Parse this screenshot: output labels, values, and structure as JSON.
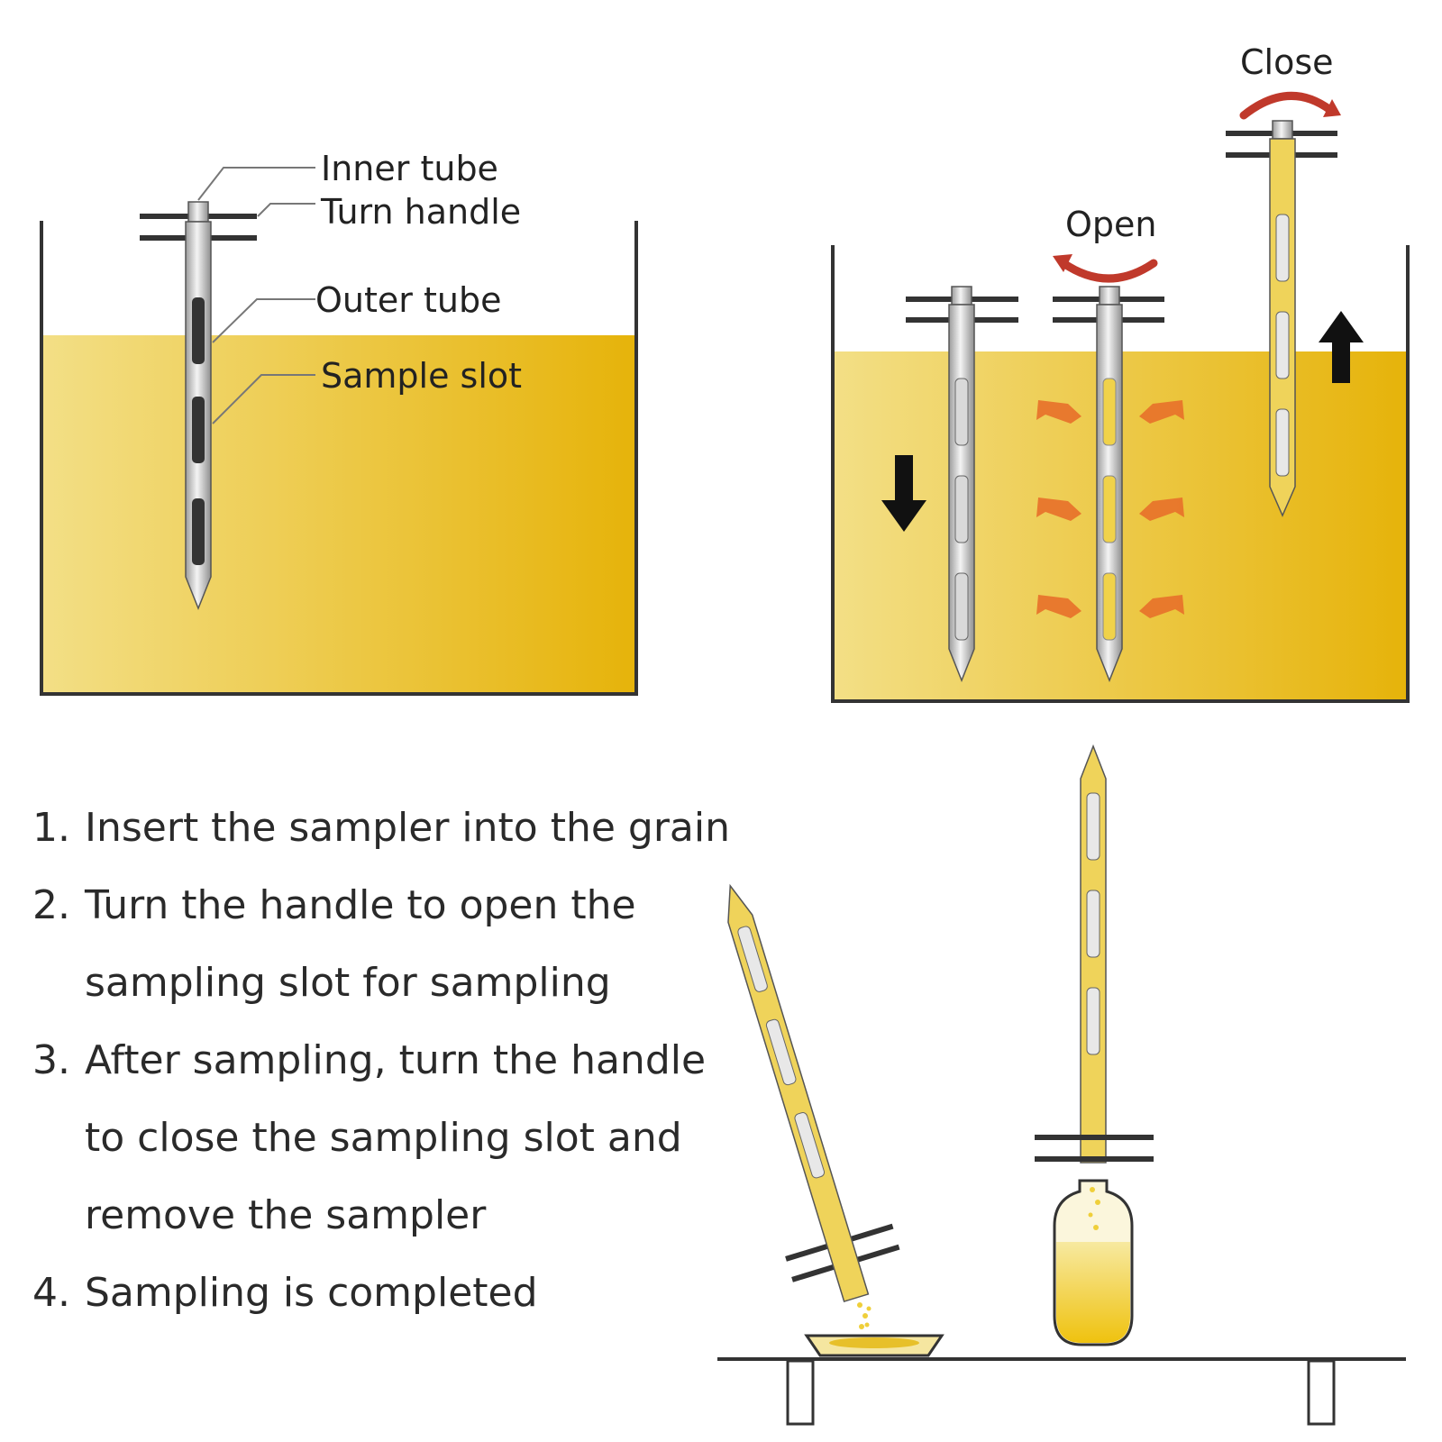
{
  "labels": {
    "inner_tube": "Inner tube",
    "turn_handle": "Turn handle",
    "outer_tube": "Outer tube",
    "sample_slot": "Sample slot",
    "open": "Open",
    "close": "Close"
  },
  "steps": [
    {
      "num": "1.",
      "lines": [
        "Insert the sampler into the grain"
      ]
    },
    {
      "num": "2.",
      "lines": [
        "Turn the handle to open the",
        "sampling slot for sampling"
      ]
    },
    {
      "num": "3.",
      "lines": [
        "After sampling, turn the handle",
        "to close the sampling slot and",
        "remove the sampler"
      ]
    },
    {
      "num": "4.",
      "lines": [
        "Sampling is completed"
      ]
    }
  ],
  "colors": {
    "grain_light": "#f2da78",
    "grain_dark": "#e7b40b",
    "tube": "#c9c9c9",
    "slot_dark": "#333333",
    "slot_filled": "#f0d24a",
    "arrow_red": "#c0392b",
    "flow_orange": "#e8702a",
    "outline": "#333333"
  }
}
